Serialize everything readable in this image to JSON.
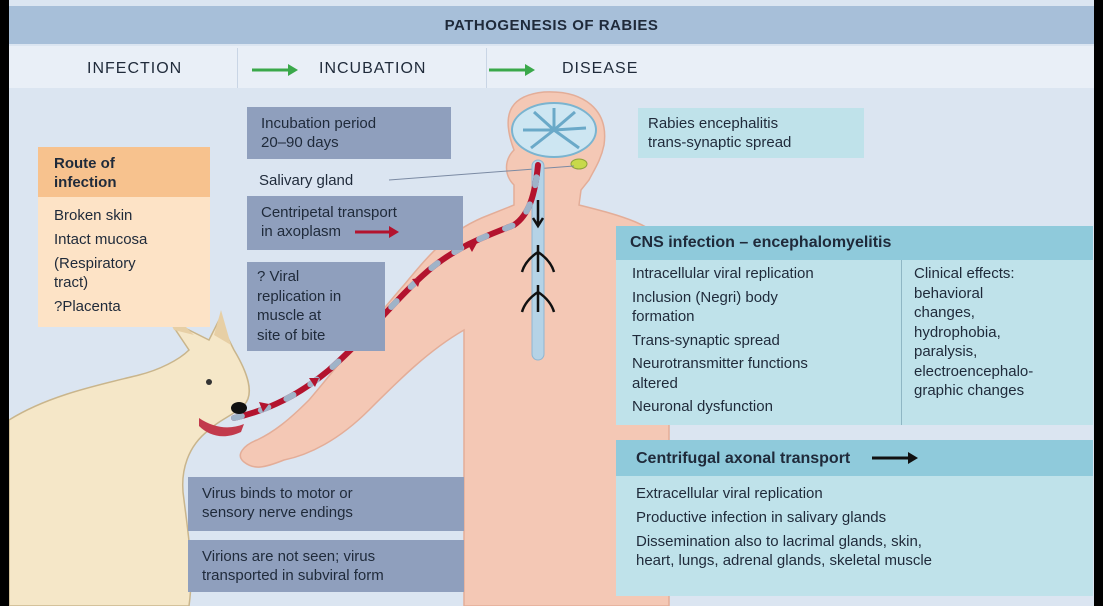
{
  "title": "PATHOGENESIS OF RABIES",
  "phases": {
    "infection": "INFECTION",
    "incubation": "INCUBATION",
    "disease": "DISEASE"
  },
  "colors": {
    "arrow_green": "#3aa84a",
    "nerve_red": "#b3132e",
    "header_blue": "#a7bfd9"
  },
  "route": {
    "header_line1": "Route of",
    "header_line2": "infection",
    "items": [
      "Broken skin",
      "Intact mucosa",
      "(Respiratory",
      "tract)",
      "?Placenta"
    ]
  },
  "incubation_box": {
    "line1": "Incubation period",
    "line2": "20–90 days"
  },
  "salivary_label": "Salivary gland",
  "centripetal": {
    "line1": "Centripetal transport",
    "line2": "in axoplasm"
  },
  "viral_muscle": {
    "lines": [
      "? Viral",
      "replication in",
      "muscle at",
      "site of bite"
    ]
  },
  "virus_binds": {
    "line1": "Virus binds to motor or",
    "line2": "sensory nerve endings"
  },
  "virions": {
    "line1": "Virions are not seen; virus",
    "line2": "transported in subviral form"
  },
  "encephalitis": {
    "line1": "Rabies encephalitis",
    "line2": "trans-synaptic spread"
  },
  "cns": {
    "header": "CNS infection – encephalomyelitis",
    "left_lines": [
      "Intracellular viral replication",
      "Inclusion (Negri) body",
      "formation",
      "Trans-synaptic spread",
      "Neurotransmitter functions",
      "altered",
      "Neuronal dysfunction"
    ],
    "right_lines": [
      "Clinical effects:",
      "behavioral",
      "changes,",
      "hydrophobia,",
      "paralysis,",
      "electroencephalo-",
      "graphic changes"
    ]
  },
  "centrifugal": {
    "header": "Centrifugal axonal transport",
    "lines": [
      "Extracellular viral replication",
      "Productive infection in salivary glands",
      "Dissemination also to lacrimal glands, skin,",
      "heart, lungs, adrenal glands, skeletal muscle"
    ]
  }
}
